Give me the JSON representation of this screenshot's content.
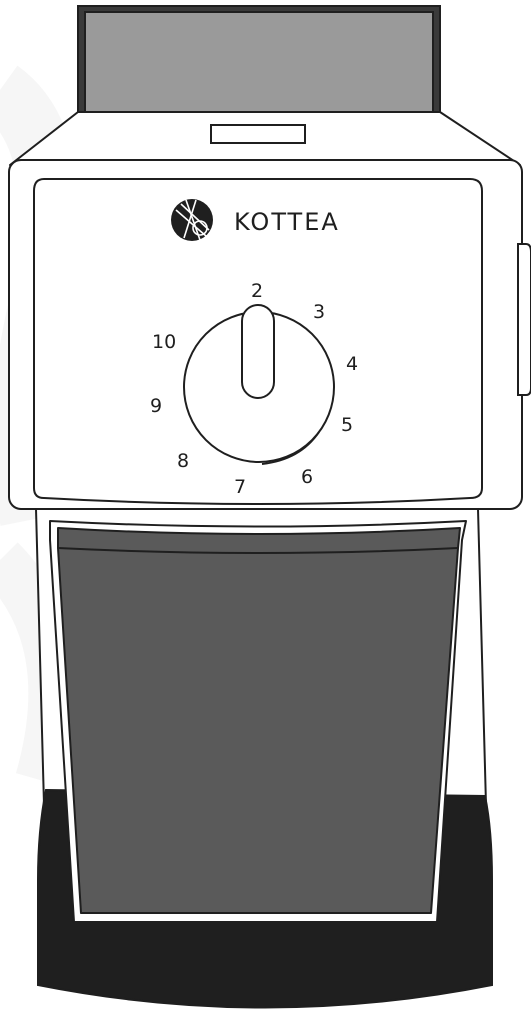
{
  "brand": {
    "name": "KOTTEA",
    "logo_icon": "kottea-logo-icon"
  },
  "dial": {
    "labels": [
      "2",
      "3",
      "4",
      "5",
      "6",
      "7",
      "8",
      "9",
      "10"
    ],
    "knob_icon": "grind-dial-knob"
  },
  "colors": {
    "outline": "#1f1f1f",
    "hopper_lid": "#9a9a9a",
    "container": "#5a5a5a",
    "base": "#1f1f1f",
    "body": "#ffffff"
  }
}
